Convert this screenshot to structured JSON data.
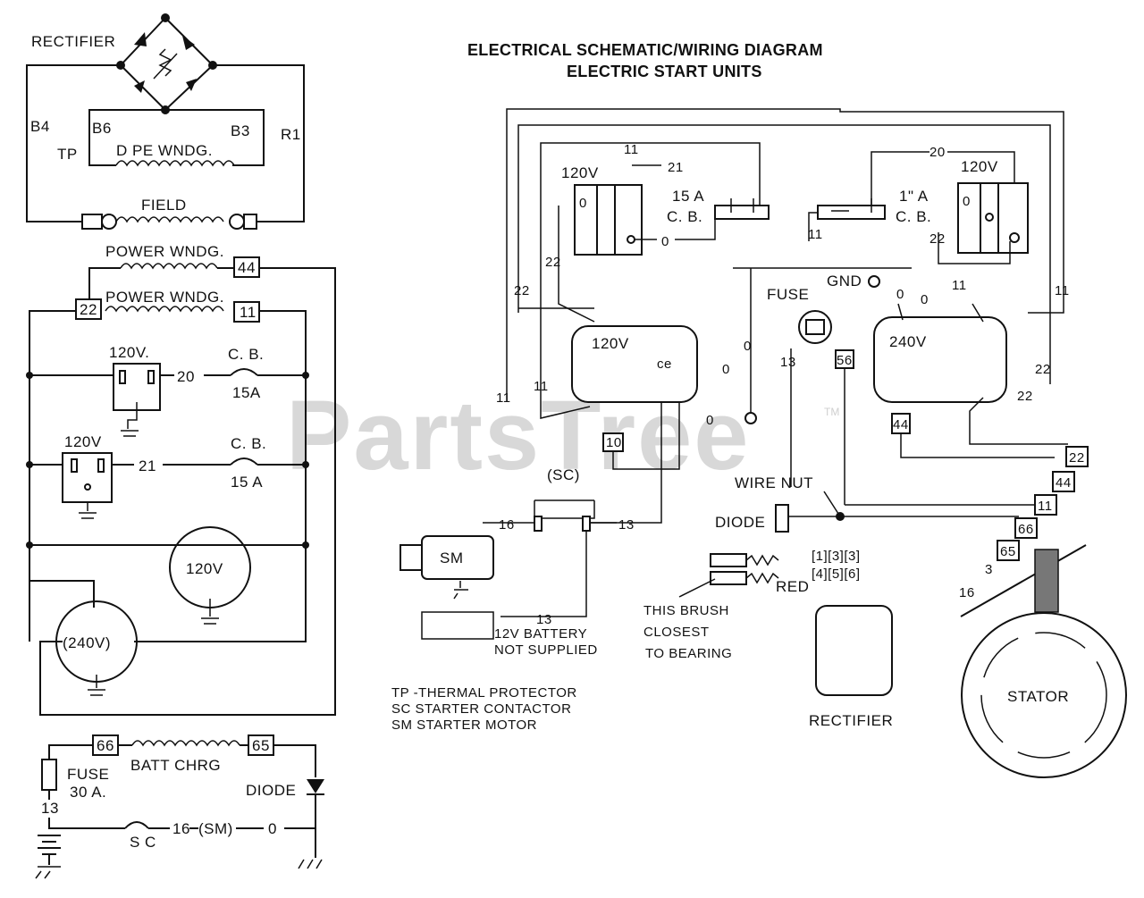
{
  "title": {
    "line1": "ELECTRICAL SCHEMATIC/WIRING DIAGRAM",
    "line2": "ELECTRIC START UNITS"
  },
  "watermark": "PartsTree",
  "watermark_tm": "TM",
  "schematic": {
    "rectifier": "RECTIFIER",
    "b4": "B4",
    "b6": "B6",
    "b3": "B3",
    "r1": "R1",
    "tp": "TP",
    "dpe_wndg": "D PE WNDG.",
    "field": "FIELD",
    "power_wndg_1": "POWER WNDG.",
    "power_wndg_2": "POWER WNDG.",
    "term_44": "44",
    "term_22": "22",
    "term_11": "11",
    "outlet_120v_1": "120V.",
    "wire_20": "20",
    "cb_1": "C. B.",
    "amp_1": "15A",
    "outlet_120v_2": "120V",
    "wire_21": "21",
    "cb_2": "C. B.",
    "amp_2": "15 A",
    "outlet_120v_round": "120V",
    "outlet_240v": "(240V)",
    "term_66": "66",
    "batt_chrg": "BATT CHRG",
    "term_65": "65",
    "fuse": "FUSE",
    "fuse_rating": "30 A.",
    "diode": "DIODE",
    "wire_13": "13",
    "sc": "S C",
    "wire_16": "16",
    "sm": "(SM)",
    "wire_0": "0"
  },
  "wiring": {
    "w11_top": "11",
    "w21": "21",
    "w20": "20",
    "outlet_120v_left": "120V",
    "outlet_120v_right": "120V",
    "cb15a": "15 A",
    "cb15a_cb": "C. B.",
    "cb_right": "1\" A",
    "cb_right_cb": "C. B.",
    "w0a": "0",
    "w22a": "22",
    "w22b": "22",
    "w22c": "22",
    "w22d": "22",
    "w22e": "22",
    "gnd": "GND",
    "w0b": "0",
    "w0c": "0",
    "w11b": "11",
    "w11c": "11",
    "w11d": "11",
    "w11e": "11",
    "fuse": "FUSE",
    "w13": "13",
    "w56": "56",
    "outlet_120v_mid": "120V",
    "outlet_240v_mid": "240V",
    "w0d": "0",
    "w0e": "0",
    "w0f": "0",
    "w10": "10",
    "w44": "44",
    "sc_box": "(SC)",
    "w16": "16",
    "w13b": "13",
    "sm": "SM",
    "wire_nut": "WIRE NUT",
    "diode": "DIODE",
    "red": "RED",
    "term_row1": "[1][3][3]",
    "term_row2": "[4][5][6]",
    "brush_1": "THIS BRUSH",
    "brush_2": "CLOSEST",
    "brush_3": "TO BEARING",
    "battery_13": "13",
    "battery_1": "12V BATTERY",
    "battery_2": "NOT SUPPLIED",
    "rectifier": "RECTIFIER",
    "stator": "STATOR",
    "st_22": "22",
    "st_44": "44",
    "st_11": "11",
    "st_66": "66",
    "st_65": "65",
    "st_3": "3",
    "st_16": "16"
  },
  "legend": {
    "tp": "TP -THERMAL PROTECTOR",
    "sc": "SC  STARTER CONTACTOR",
    "sm": "SM  STARTER MOTOR"
  }
}
